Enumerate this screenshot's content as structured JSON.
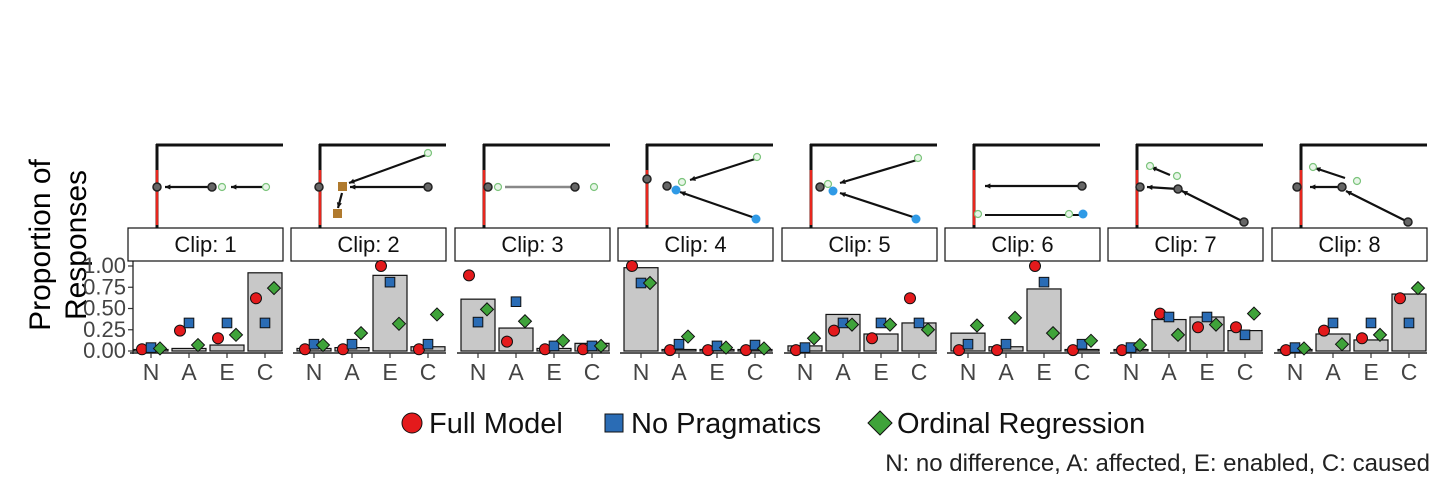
{
  "figure": {
    "ylabel_lines": [
      "Proportion of",
      "Responses"
    ],
    "yticks": [
      "1.00",
      "0.75",
      "0.50",
      "0.25",
      "0.00"
    ],
    "legend": [
      {
        "label": "Full Model",
        "shape": "circle",
        "color": "#E41A1C"
      },
      {
        "label": "No Pragmatics",
        "shape": "square",
        "color": "#2A6CB5"
      },
      {
        "label": "Ordinal Regression",
        "shape": "diamond",
        "color": "#3FA33A"
      }
    ],
    "caption": "N: no difference, A: affected, E: enabled, C: caused",
    "bar_color": "#C8C8C8"
  },
  "chart_data": {
    "type": "bar",
    "categories": [
      "N",
      "A",
      "E",
      "C"
    ],
    "ylim": [
      0,
      1
    ],
    "ylabel": "Proportion of Responses",
    "legend_position": "bottom",
    "panels": [
      {
        "label": "Clip: 1",
        "bars": [
          0.01,
          0.03,
          0.07,
          0.92
        ],
        "full_model": [
          0.02,
          0.24,
          0.15,
          0.62
        ],
        "no_pragmatics": [
          0.04,
          0.33,
          0.33,
          0.33
        ],
        "ordinal_regression": [
          0.03,
          0.07,
          0.19,
          0.74
        ]
      },
      {
        "label": "Clip: 2",
        "bars": [
          0.03,
          0.04,
          0.89,
          0.05
        ],
        "full_model": [
          0.02,
          0.02,
          1.0,
          0.02
        ],
        "no_pragmatics": [
          0.08,
          0.08,
          0.81,
          0.08
        ],
        "ordinal_regression": [
          0.07,
          0.21,
          0.32,
          0.43
        ]
      },
      {
        "label": "Clip: 3",
        "bars": [
          0.61,
          0.27,
          0.03,
          0.09
        ],
        "full_model": [
          0.89,
          0.11,
          0.02,
          0.02
        ],
        "no_pragmatics": [
          0.34,
          0.58,
          0.06,
          0.06
        ],
        "ordinal_regression": [
          0.49,
          0.35,
          0.12,
          0.06
        ]
      },
      {
        "label": "Clip: 4",
        "bars": [
          0.98,
          0.01,
          0.01,
          0.01
        ],
        "full_model": [
          1.0,
          0.01,
          0.01,
          0.01
        ],
        "no_pragmatics": [
          0.8,
          0.08,
          0.06,
          0.07
        ],
        "ordinal_regression": [
          0.8,
          0.17,
          0.04,
          0.03
        ]
      },
      {
        "label": "Clip: 5",
        "bars": [
          0.06,
          0.43,
          0.2,
          0.33
        ],
        "full_model": [
          0.01,
          0.24,
          0.15,
          0.62
        ],
        "no_pragmatics": [
          0.04,
          0.33,
          0.33,
          0.33
        ],
        "ordinal_regression": [
          0.15,
          0.31,
          0.31,
          0.25
        ]
      },
      {
        "label": "Clip: 6",
        "bars": [
          0.21,
          0.05,
          0.73,
          0.01
        ],
        "full_model": [
          0.01,
          0.01,
          1.0,
          0.01
        ],
        "no_pragmatics": [
          0.08,
          0.08,
          0.81,
          0.08
        ],
        "ordinal_regression": [
          0.3,
          0.39,
          0.21,
          0.12
        ]
      },
      {
        "label": "Clip: 7",
        "bars": [
          0.01,
          0.37,
          0.4,
          0.24
        ],
        "full_model": [
          0.01,
          0.44,
          0.28,
          0.28
        ],
        "no_pragmatics": [
          0.04,
          0.4,
          0.4,
          0.19
        ],
        "ordinal_regression": [
          0.07,
          0.19,
          0.31,
          0.44
        ]
      },
      {
        "label": "Clip: 8",
        "bars": [
          0.01,
          0.2,
          0.13,
          0.67
        ],
        "full_model": [
          0.01,
          0.24,
          0.15,
          0.62
        ],
        "no_pragmatics": [
          0.04,
          0.33,
          0.33,
          0.33
        ],
        "ordinal_regression": [
          0.03,
          0.08,
          0.19,
          0.74
        ]
      }
    ]
  }
}
